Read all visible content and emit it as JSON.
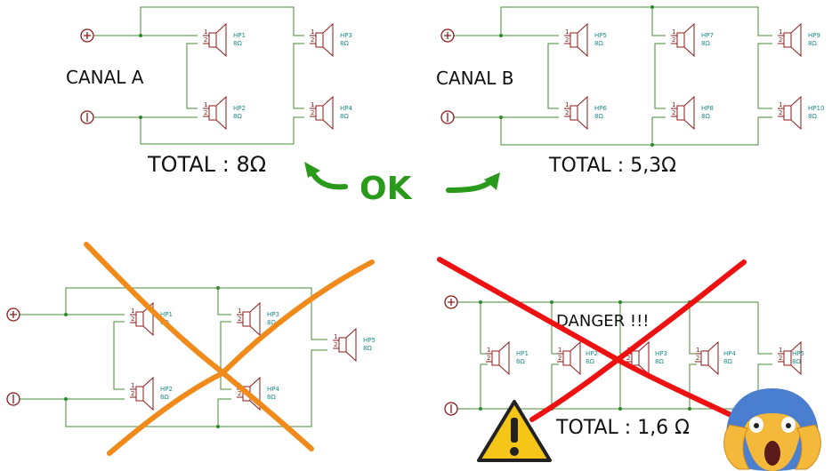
{
  "top_left": {
    "canal_label": "CANAL A",
    "total_label": "TOTAL : 8Ω",
    "speakers": [
      {
        "ref": "HP1",
        "val": "8Ω"
      },
      {
        "ref": "HP2",
        "val": "8Ω"
      },
      {
        "ref": "HP3",
        "val": "8Ω"
      },
      {
        "ref": "HP4",
        "val": "8Ω"
      }
    ]
  },
  "top_right": {
    "canal_label": "CANAL B",
    "total_label": "TOTAL : 5,3Ω",
    "speakers": [
      {
        "ref": "HP5",
        "val": "8Ω"
      },
      {
        "ref": "HP6",
        "val": "8Ω"
      },
      {
        "ref": "HP7",
        "val": "8Ω"
      },
      {
        "ref": "HP8",
        "val": "8Ω"
      },
      {
        "ref": "HP9",
        "val": "8Ω"
      },
      {
        "ref": "HP10",
        "val": "8Ω"
      }
    ]
  },
  "ok_label": "OK",
  "bottom_left": {
    "speakers": [
      {
        "ref": "HP1",
        "val": "8Ω"
      },
      {
        "ref": "HP2",
        "val": "8Ω"
      },
      {
        "ref": "HP3",
        "val": "8Ω"
      },
      {
        "ref": "HP4",
        "val": "8Ω"
      },
      {
        "ref": "HP5",
        "val": "8Ω"
      }
    ]
  },
  "bottom_right": {
    "danger_label": "DANGER !!!",
    "total_label": "TOTAL : 1,6 Ω",
    "speakers": [
      {
        "ref": "HP1",
        "val": "8Ω"
      },
      {
        "ref": "HP2",
        "val": "8Ω"
      },
      {
        "ref": "HP3",
        "val": "8Ω"
      },
      {
        "ref": "HP4",
        "val": "8Ω"
      },
      {
        "ref": "HP5",
        "val": "8Ω"
      }
    ]
  },
  "pin_labels": {
    "p1": "1",
    "p2": "2"
  },
  "colors": {
    "wire": "#4a8a3a",
    "speaker": "#8b1a1a",
    "ref_text": "#1f8a8a",
    "ok_green": "#2a9a1a",
    "orange_cross": "#f08a1a",
    "red_cross": "#ee1111",
    "warning_yellow": "#f5c518"
  },
  "icons": [
    "plus-terminal-icon",
    "minus-terminal-icon",
    "warning-triangle-icon",
    "screaming-face-emoji-icon",
    "curved-arrow-icon"
  ]
}
